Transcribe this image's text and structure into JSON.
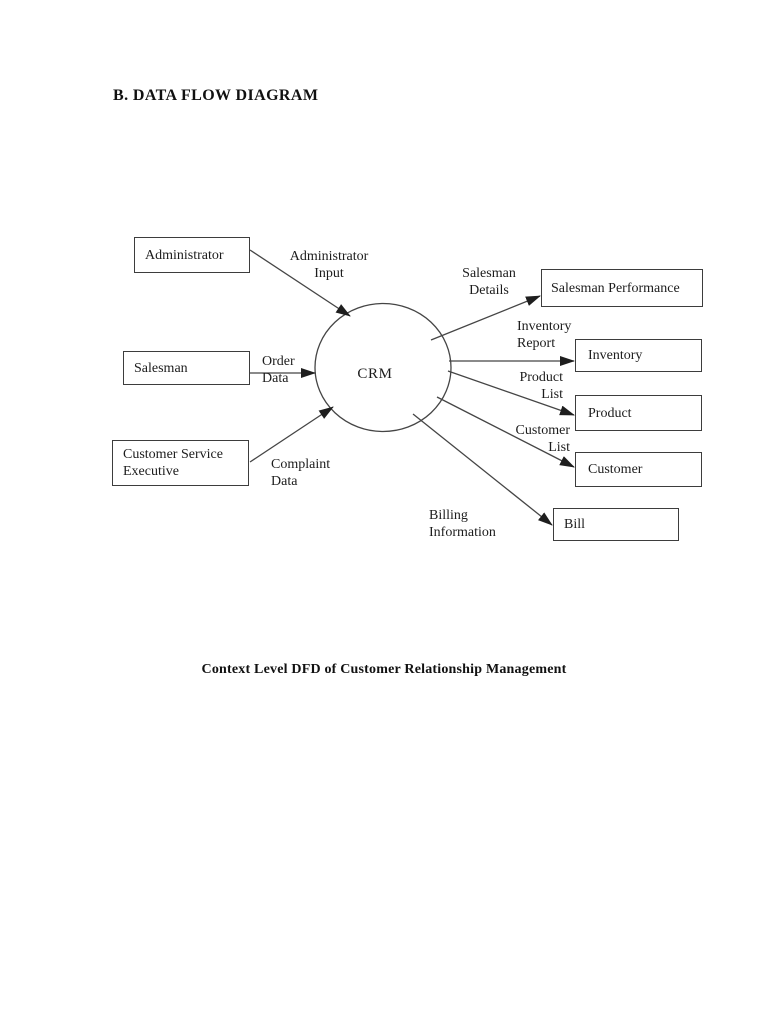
{
  "page": {
    "title": "B. DATA FLOW DIAGRAM",
    "caption": "Context Level DFD of Customer Relationship Management"
  },
  "diagram": {
    "process": {
      "label": "CRM"
    },
    "entities": [
      {
        "label": "Administrator"
      },
      {
        "label": "Salesman"
      },
      {
        "label": "Customer Service Executive"
      },
      {
        "label": "Salesman Performance"
      },
      {
        "label": "Inventory"
      },
      {
        "label": "Product"
      },
      {
        "label": "Customer"
      },
      {
        "label": "Bill"
      }
    ],
    "flows": [
      {
        "label": "Administrator\nInput",
        "from": "Administrator",
        "to": "CRM"
      },
      {
        "label": "Order\nData",
        "from": "Salesman",
        "to": "CRM"
      },
      {
        "label": "Complaint\nData",
        "from": "Customer Service Executive",
        "to": "CRM"
      },
      {
        "label": "Salesman\nDetails",
        "from": "CRM",
        "to": "Salesman Performance"
      },
      {
        "label": "Inventory\nReport",
        "from": "CRM",
        "to": "Inventory"
      },
      {
        "label": "Product\nList",
        "from": "CRM",
        "to": "Product"
      },
      {
        "label": "Customer\nList",
        "from": "CRM",
        "to": "Customer"
      },
      {
        "label": "Billing\nInformation",
        "from": "CRM",
        "to": "Bill"
      }
    ],
    "colors": {
      "line": "#454545",
      "arrowhead": "#1e1e1e",
      "box_border": "#3d3d3d",
      "text": "#1c1c1c",
      "background": "#ffffff"
    }
  }
}
